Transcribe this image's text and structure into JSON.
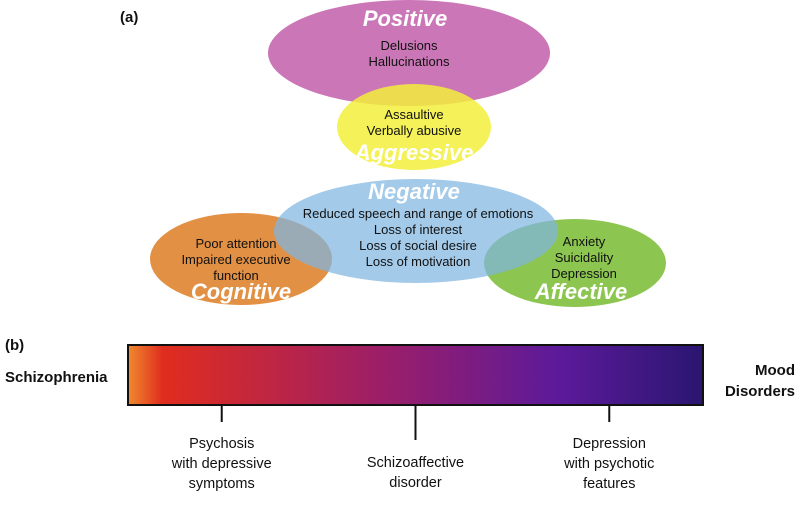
{
  "panel_a": {
    "label": "(a)",
    "clusters": [
      {
        "id": "positive",
        "title": "Positive",
        "color": "#c86fb3",
        "lines": [
          "Delusions",
          "Hallucinations"
        ]
      },
      {
        "id": "aggressive",
        "title": "Aggressive",
        "color": "#f2ee3c",
        "lines": [
          "Assaultive",
          "Verbally abusive"
        ]
      },
      {
        "id": "negative",
        "title": "Negative",
        "color": "#7fb6e0",
        "lines": [
          "Reduced speech and range of emotions",
          "Loss of interest",
          "Loss of social desire",
          "Loss of motivation"
        ]
      },
      {
        "id": "cognitive",
        "title": "Cognitive",
        "color": "#e08a3a",
        "lines": [
          "Poor attention",
          "Impaired executive",
          "function"
        ]
      },
      {
        "id": "affective",
        "title": "Affective",
        "color": "#86c246",
        "lines": [
          "Anxiety",
          "Suicidality",
          "Depression"
        ]
      }
    ]
  },
  "panel_b": {
    "label": "(b)",
    "left_label": "Schizophrenia",
    "right_label": [
      "Mood",
      "Disorders"
    ],
    "gradient": [
      "#f08a2e",
      "#e02d1e",
      "#9a1e6a",
      "#5c1a9a",
      "#2a1670"
    ],
    "markers": [
      {
        "position": 0.163,
        "lines": [
          "Psychosis",
          "with depressive",
          "symptoms"
        ]
      },
      {
        "position": 0.5,
        "lines": [
          "Schizoaffective",
          "disorder"
        ]
      },
      {
        "position": 0.837,
        "lines": [
          "Depression",
          "with psychotic",
          "features"
        ]
      }
    ]
  }
}
